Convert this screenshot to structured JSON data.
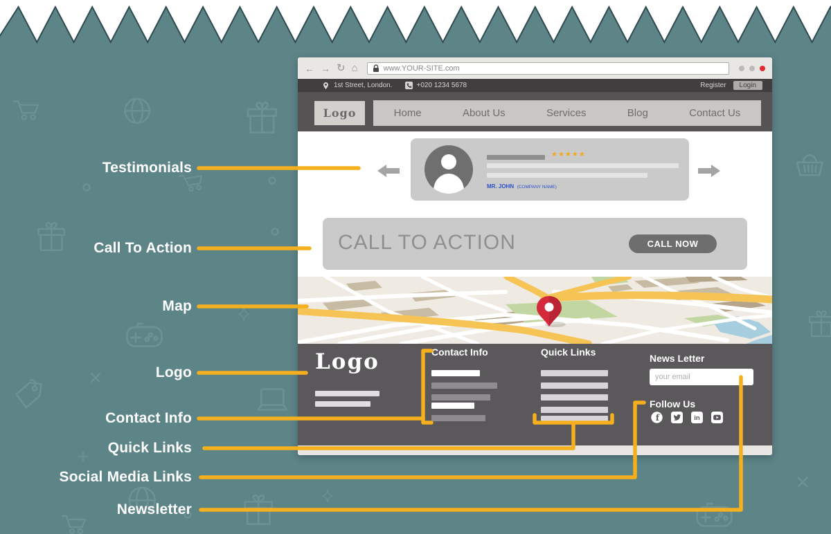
{
  "annotations": {
    "testimonials": "Testimonials",
    "call_to_action": "Call To Action",
    "map": "Map",
    "logo": "Logo",
    "contact_info": "Contact Info",
    "quick_links": "Quick Links",
    "social_media_links": "Social Media Links",
    "newsletter": "Newsletter"
  },
  "browser": {
    "chrome": {
      "back_glyph": "←",
      "forward_glyph": "→",
      "refresh_glyph": "↻",
      "home_glyph": "⌂",
      "url": "www.YOUR-SITE.com"
    },
    "topbar": {
      "address": "1st Street, London.",
      "phone": "+020 1234 5678",
      "register_label": "Register",
      "login_label": "Login"
    },
    "nav": {
      "logo_text": "Logo",
      "items": [
        "Home",
        "About Us",
        "Services",
        "Blog",
        "Contact Us"
      ]
    },
    "testimonials": {
      "stars_text": "★★★★★",
      "person_name": "MR. JOHN",
      "company": "(COMPANY NAME)"
    },
    "cta": {
      "heading": "CALL TO ACTION",
      "button_label": "CALL NOW"
    },
    "footer": {
      "logo_text": "Logo",
      "contact_heading": "Contact Info",
      "quick_links_heading": "Quick Links",
      "newsletter_heading": "News Letter",
      "email_placeholder": "your email",
      "follow_heading": "Follow Us",
      "social_icons": [
        "facebook",
        "twitter",
        "linkedin",
        "youtube"
      ]
    }
  },
  "colors": {
    "background_teal": "#5D8487",
    "accent_yellow": "#F6B01E",
    "star_orange": "#F4A91C",
    "testimonial_name_blue": "#2B50C8",
    "map_pin_red": "#D52A3C",
    "footer_gray": "#5A585A",
    "topbar_dark": "#403E3F",
    "window_dot_red": "#E3282F",
    "window_dot_gray": "#BCBAB7"
  }
}
